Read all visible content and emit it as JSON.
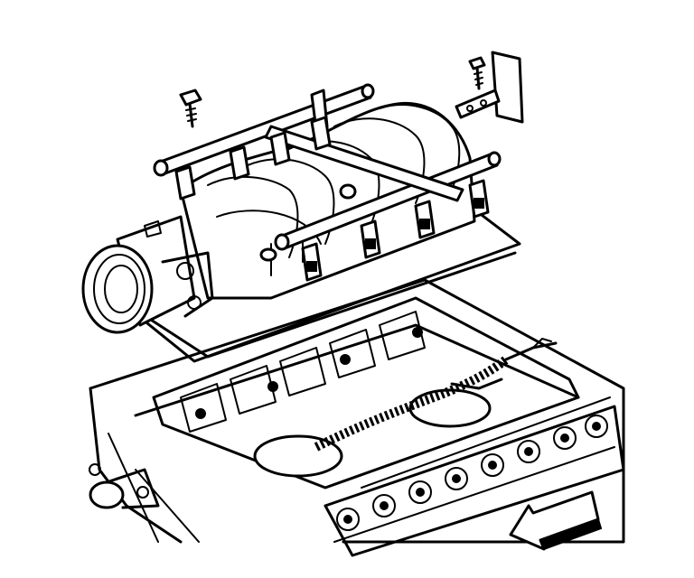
{
  "figure": {
    "type": "exploded-view line drawing",
    "colors": {
      "ink": "#000000",
      "paper": "#ffffff"
    },
    "parts": [
      "intake-manifold",
      "throttle-body",
      "fuel-rail",
      "fuel-injectors",
      "manifold-bolt",
      "bracket-bolt",
      "bracket",
      "intake-gasket",
      "wiring-harness",
      "engine-block",
      "cylinder-head",
      "thermostat-housing",
      "direction-arrow"
    ]
  }
}
